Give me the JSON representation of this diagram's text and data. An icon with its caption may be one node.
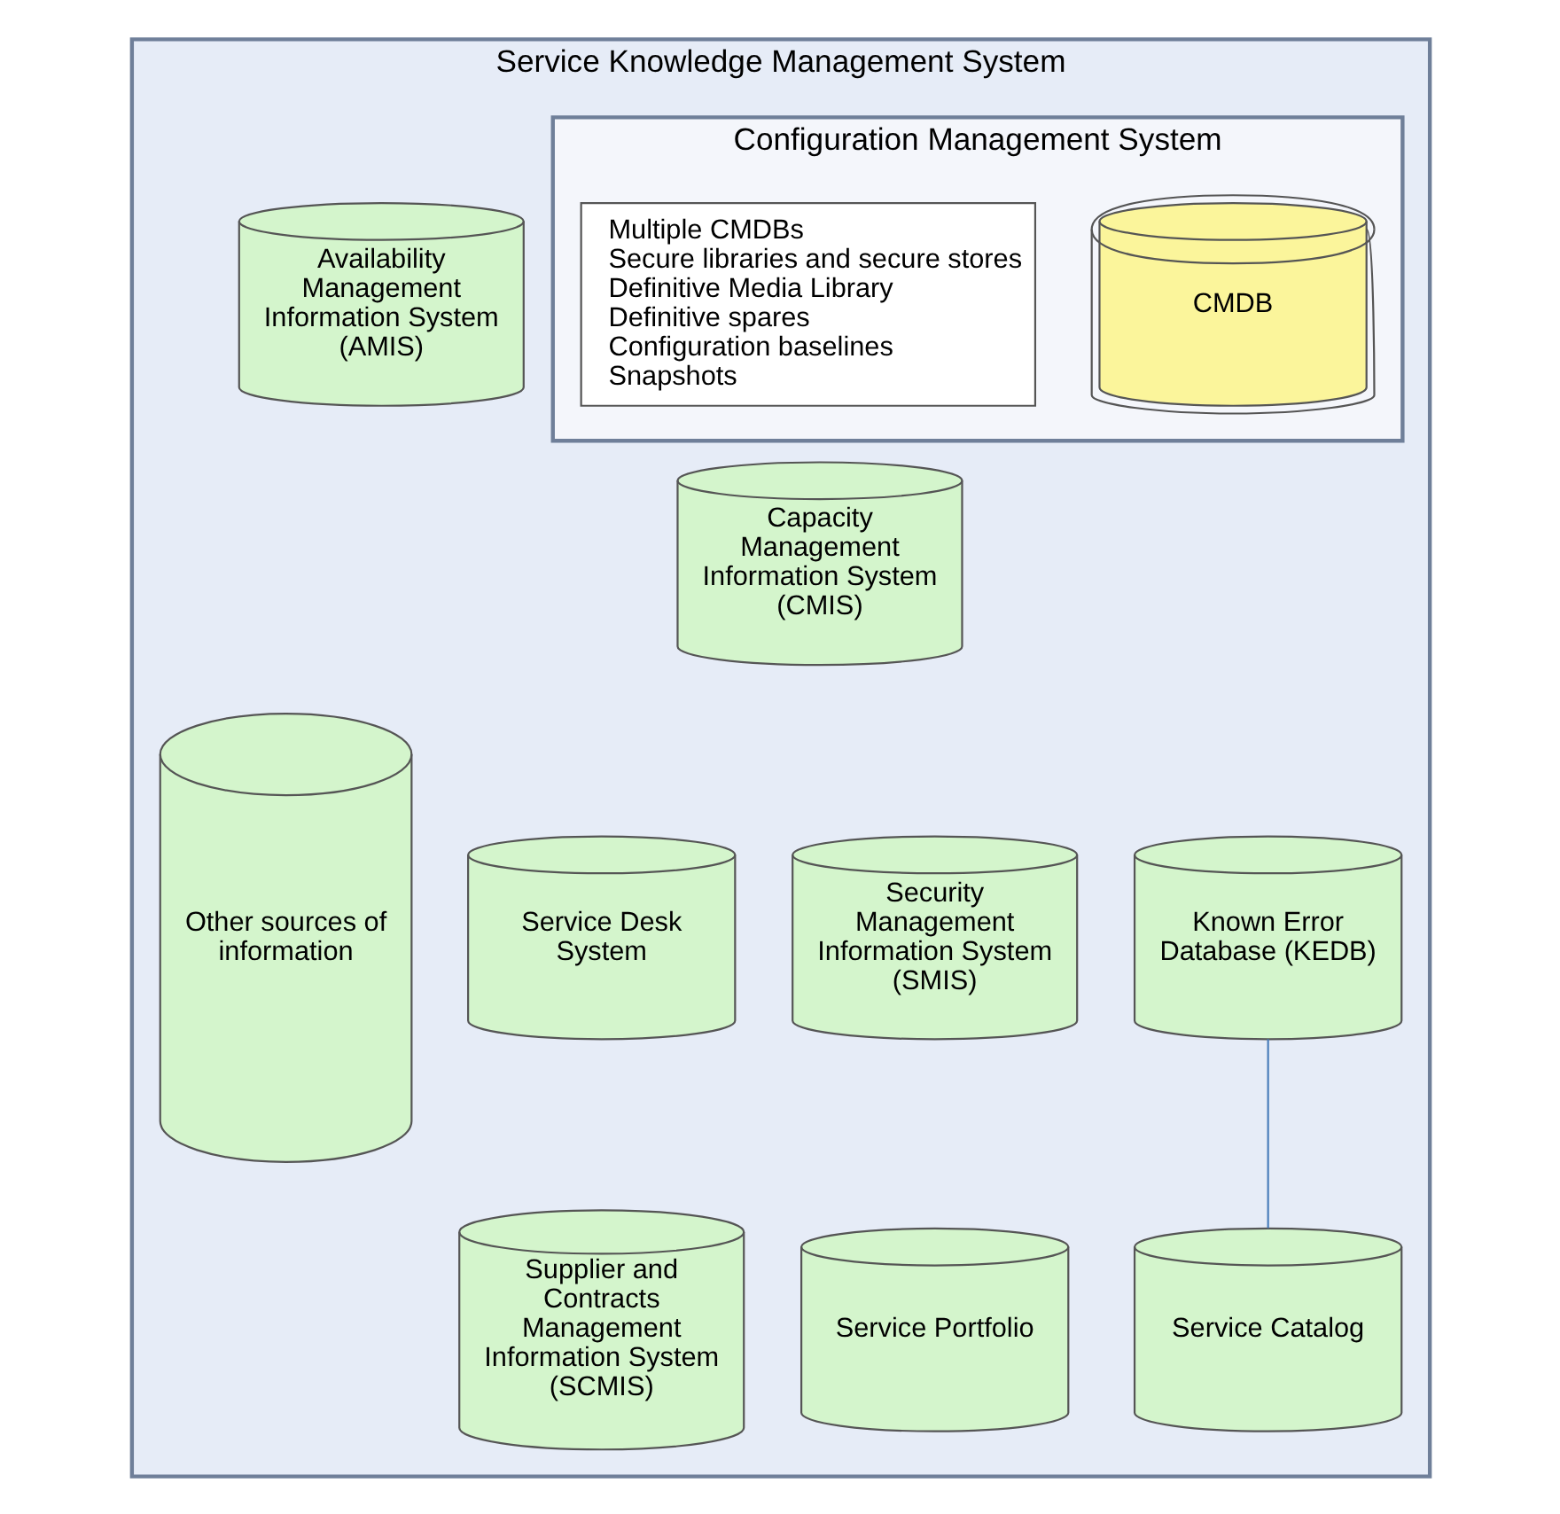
{
  "diagram": {
    "nodes": [
      {
        "text": [
          "Service Knowledge Management System"
        ]
      },
      {
        "text": [
          "Availability Management Information System (AMIS)"
        ],
        "in": 0
      },
      {
        "text": [
          "Configuration Management System"
        ],
        "in": 0
      },
      {
        "text": [
          "CMDB"
        ],
        "in": 2
      },
      {
        "text": [
          "Multiple CMDBs",
          "Secure libraries and secure stores",
          "Definitive Media Library",
          "Definitive spares",
          "Configuration baselines",
          "Snapshots"
        ],
        "in": 2
      },
      {
        "text": [
          "Capacity Management Information System (CMIS)"
        ],
        "in": 0
      },
      {
        "text": [
          "Known Error Database (KEDB)"
        ],
        "in": 0
      },
      {
        "text": [
          "Security Management Information System (SMIS)"
        ],
        "in": 0
      },
      {
        "text": [
          "Service Desk System"
        ],
        "in": 0
      },
      {
        "text": [
          "Other sources of information"
        ],
        "in": 0
      },
      {
        "text": [
          "Service Catalog"
        ],
        "in": 0
      },
      {
        "text": [
          "Service Portfolio"
        ],
        "in": 0
      },
      {
        "text": [
          "Supplier and Contracts Management Information System (SCMIS)"
        ],
        "in": 0
      }
    ],
    "edges": [
      {
        "from": 6,
        "to": 10,
        "arrow": "none",
        "color": "#4a7ebb"
      }
    ]
  }
}
